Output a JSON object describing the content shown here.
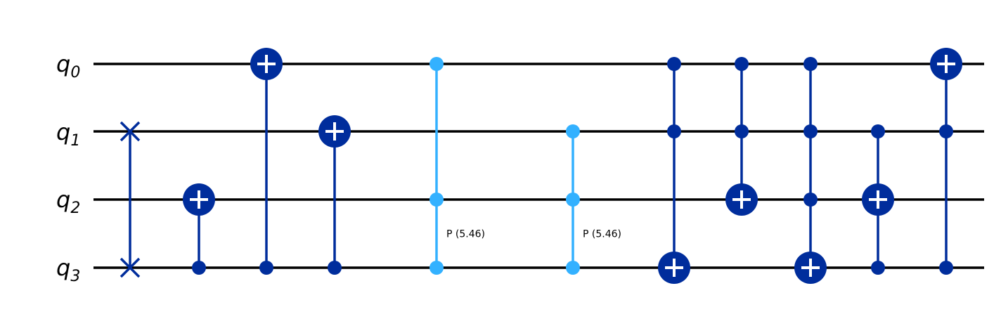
{
  "qubits": [
    {
      "name": "q",
      "index": "0"
    },
    {
      "name": "q",
      "index": "1"
    },
    {
      "name": "q",
      "index": "2"
    },
    {
      "name": "q",
      "index": "3"
    }
  ],
  "colors": {
    "gate": "#002d9c",
    "phase": "#33b1ff",
    "wire": "#000000",
    "plus": "#ffffff"
  },
  "gates": [
    {
      "type": "swap",
      "qubits": [
        1,
        3
      ]
    },
    {
      "type": "cx",
      "controls": [
        3
      ],
      "target": 2
    },
    {
      "type": "cx",
      "controls": [
        3
      ],
      "target": 0
    },
    {
      "type": "cx",
      "controls": [
        3
      ],
      "target": 1
    },
    {
      "type": "cp",
      "qubits": [
        0,
        2,
        3
      ],
      "label": "P (5.46)"
    },
    {
      "type": "cp",
      "qubits": [
        1,
        2,
        3
      ],
      "label": "P (5.46)"
    },
    {
      "type": "mcx",
      "controls": [
        0,
        1
      ],
      "target": 3
    },
    {
      "type": "mcx",
      "controls": [
        0,
        1
      ],
      "target": 2
    },
    {
      "type": "mcx",
      "controls": [
        0,
        1,
        2
      ],
      "target": 3
    },
    {
      "type": "mcx",
      "controls": [
        1,
        3
      ],
      "target": 2
    },
    {
      "type": "mcx",
      "controls": [
        1,
        3
      ],
      "target": 0
    }
  ]
}
